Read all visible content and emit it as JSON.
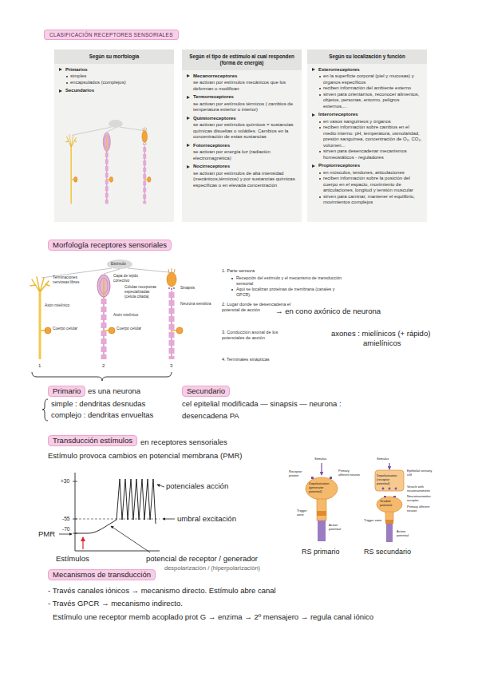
{
  "diagram": {
    "title": "CLASIFICACIÓN RECEPTORES SENSORIALES",
    "nodes": [
      {
        "text": [
          "Según su morfología",
          "Primarios",
          "simples",
          "encapsulados (complejos)",
          "Secundarios"
        ]
      },
      {
        "text": [
          "Según el tipo de estímulo al cual responden (forma de energía)",
          "Mecanorreceptores",
          "se activan por estímulos mecánicos que los deforman o modifican",
          "Termorreceptores",
          "se activan por estímulos térmicos ( cambios de temperatura exterior o interior)",
          "Quimiorreceptores",
          "se activan por estímulos químicos = sustancias químicas disueltas o volátiles. Cambios en la concentración de estas sustancias",
          "Fotorreceptores",
          "se activan por energía luz (radiación electromagnética)",
          "Nocirreceptores",
          "se activan por estímulos de alta intensidad (mecánicos,térmicos) y por sustancias químicas específicas o en elevada concentración"
        ]
      },
      {
        "text": [
          "Según su localización y función",
          "Exterorreceptores",
          "en la superficie corporal (piel y mucosas) y órganos específicos",
          "reciben información del ambiente externo",
          "sirven para orientarnos, reconocer alimentos, objetos, personas, entorno, peligros externos,...",
          "Interorreceptores",
          "en vasos sanguíneos y órganos",
          "reciben información sobre cambios en el medio interno: pH, temperatura, osmolaridad, presión sanguínea, concentración de O₂, CO₂, volumen...",
          "sirven para desencadenar mecanismos homeostáticos - reguladores",
          "Propiorreceptores",
          "en músculos, tendones, articulaciones",
          "reciben información sobre la posición del cuerpo en el espacio, movimiento de articulaciones, longitud y tensión muscular",
          "sirven para caminar, mantener el equilibrio, movimientos complejos"
        ]
      },
      {
        "text": [
          "Morfología receptores sensoriales"
        ]
      },
      {
        "text": [
          "Primario"
        ]
      },
      {
        "text": [
          "Secundario"
        ]
      },
      {
        "text": [
          "Transducción estímulos"
        ]
      },
      {
        "text": [
          "Mecanismos de transducción"
        ]
      }
    ],
    "labels": [
      "Estímulo",
      "Terminaciones nerviosas libres",
      "Axón mielínico",
      "Cuerpo celular",
      "Capa de tejido conectivo",
      "Células receptoras especializadas (célula ciliada)",
      "Sinapsis",
      "Neurona sensitiva",
      "Axón mielínico",
      "Cuerpo celular",
      "1",
      "2",
      "3",
      "1. Parte sensora",
      "Recepción del estímulo y el mecanismo de transducción sensorial",
      "Aquí se localizan proteínas de membrana (canales y GPCR).",
      "2. Lugar donde se desencadena el potencial de acción",
      "→ en cono axónico de neurona",
      "3. Conducción axonal de los potenciales de acción",
      "axones : mielínicos (+ rápido)",
      "amielínicos",
      "4. Terminales sinápticas",
      "es una neurona",
      "simple : dendritas desnudas",
      "complejo : dendritas envueltas",
      "cel epitelial modificada — sinapsis — neurona :",
      "desencadena PA",
      "en receptores sensoriales",
      "Estímulo provoca cambios en potencial membrana (PMR)",
      "+30",
      "-55",
      "-70",
      "PMR",
      "potenciales acción",
      "umbral excitación",
      "Estímulos",
      "potencial de receptor / generador",
      "despolarización / (hiperpolarización)",
      "RS primario",
      "RS secundario",
      "Stimulus",
      "Receptor protein",
      "Primary afferent neuron",
      "Depolarization (generator potential)",
      "Trigger zone",
      "Action potential",
      "Stimulus",
      "Epithelial sensory cell",
      "Depolarization (receptor potential)",
      "Vesicle with neurotransmitter",
      "Neurotransmitter receptor",
      "Primary afferent neuron",
      "Graded potential",
      "Trigger zone",
      "Action potential",
      "- Través canales iónicos → mecanismo directo. Estímulo abre canal",
      "- Través GPCR → mecanismo indirecto.",
      "Estímulo une receptor memb acoplado prot G → enzima → 2º mensajero → regula canal iónico"
    ]
  }
}
